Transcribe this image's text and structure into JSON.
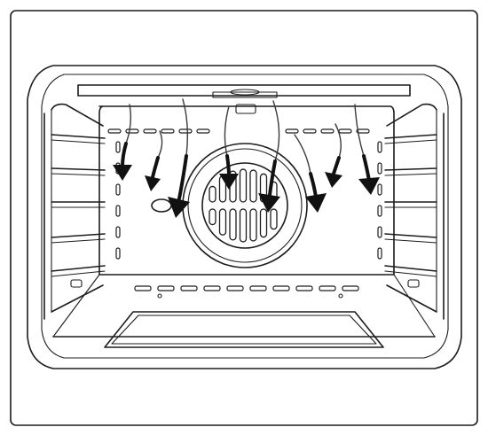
{
  "figure": {
    "subject": "oven-interior-fan-airflow",
    "colors": {
      "line": "#1c1c1c",
      "arrow": "#111111",
      "background": "#ffffff"
    },
    "shelf_rails_per_side": 5,
    "airflow_arrows": 8
  }
}
